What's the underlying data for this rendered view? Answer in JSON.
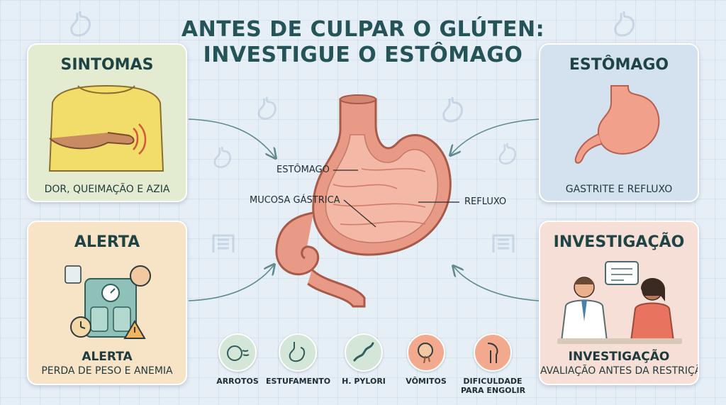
{
  "title": {
    "line1": "ANTES DE CULPAR O GLÚTEN:",
    "line2": "INVESTIGUE O ESTÔMAGO"
  },
  "cards": {
    "sintomas": {
      "heading": "SINTOMAS",
      "caption": "DOR, QUEIMAÇÃO E AZIA",
      "icon": "abdominal-pain-icon"
    },
    "estomago": {
      "heading": "ESTÔMAGO",
      "caption": "GASTRITE E REFLUXO",
      "icon": "stomach-icon"
    },
    "alerta": {
      "heading": "ALERTA",
      "subheading": "ALERTA",
      "caption": "PERDA DE PESO E ANEMIA",
      "icon": "weight-scale-icon"
    },
    "investigacao": {
      "heading": "INVESTIGAÇÃO",
      "subheading": "INVESTIGAÇÃO",
      "caption": "AVALIAÇÃO ANTES DA RESTRIÇÃO",
      "icon": "doctor-consultation-icon"
    }
  },
  "diagram_labels": {
    "stomach": "ESTÔMAGO",
    "mucosa": "MUCOSA GÁSTRICA",
    "reflux": "REFLUXO"
  },
  "symptoms": [
    {
      "label": "ARROTOS",
      "icon": "burping-icon",
      "color": "#d4e6d8"
    },
    {
      "label": "ESTUFAMENTO",
      "icon": "bloating-icon",
      "color": "#d4e6d8"
    },
    {
      "label": "H. PYLORI",
      "icon": "bacteria-icon",
      "color": "#d4e6d8"
    },
    {
      "label": "VÔMITOS",
      "icon": "vomiting-icon",
      "color": "#f2a98e"
    },
    {
      "label": "DIFICULDADE",
      "label2": "PARA ENGOLIR",
      "icon": "swallowing-icon",
      "color": "#f2a98e"
    }
  ],
  "colors": {
    "background": "#e6eef6",
    "title": "#245458",
    "stomach": "#e99a86",
    "mucosa": "#f3b8a6",
    "sintomas_card": "#e3ecd1",
    "estomago_card": "#d4e2ef",
    "alerta_card": "#f7e3c5",
    "investigacao_card": "#f6dfd6"
  }
}
